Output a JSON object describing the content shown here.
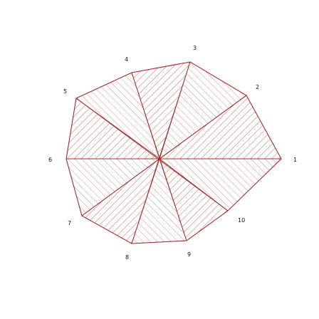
{
  "vertex_labels": [
    "1",
    "2",
    "3",
    "4",
    "5",
    "6",
    "7",
    "8",
    "9",
    "10"
  ],
  "colors": {
    "stroke": "#a52a2a",
    "label": "#111111",
    "background": "#ffffff"
  },
  "figure": {
    "shape": "polygon",
    "vertex_count": 10,
    "fill": "diagonal-hatch",
    "triangulation": "fan-from-interior-point"
  }
}
